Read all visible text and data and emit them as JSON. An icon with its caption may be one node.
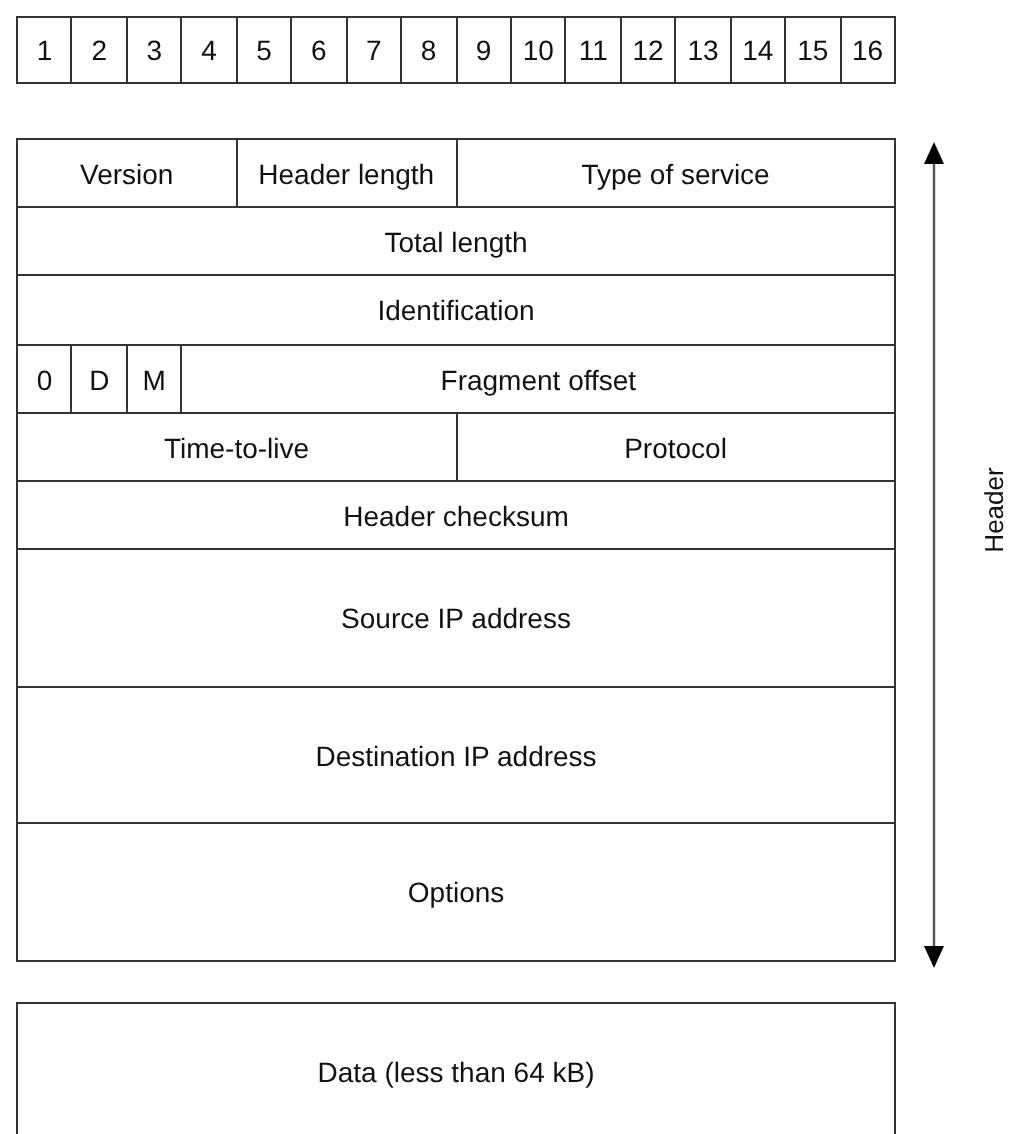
{
  "diagram": {
    "nodes": [
      {
        "text": [
          "1"
        ]
      },
      {
        "text": [
          "2"
        ]
      },
      {
        "text": [
          "3"
        ]
      },
      {
        "text": [
          "4"
        ]
      },
      {
        "text": [
          "5"
        ]
      },
      {
        "text": [
          "6"
        ]
      },
      {
        "text": [
          "7"
        ]
      },
      {
        "text": [
          "8"
        ]
      },
      {
        "text": [
          "9"
        ]
      },
      {
        "text": [
          "10"
        ]
      },
      {
        "text": [
          "11"
        ]
      },
      {
        "text": [
          "12"
        ]
      },
      {
        "text": [
          "13"
        ]
      },
      {
        "text": [
          "14"
        ]
      },
      {
        "text": [
          "15"
        ]
      },
      {
        "text": [
          "16"
        ]
      },
      {
        "text": [
          "Version"
        ]
      },
      {
        "text": [
          "Header length"
        ]
      },
      {
        "text": [
          "Type of service"
        ]
      },
      {
        "text": [
          "Total length"
        ]
      },
      {
        "text": [
          "Identification"
        ]
      },
      {
        "text": [
          "0"
        ]
      },
      {
        "text": [
          "D"
        ]
      },
      {
        "text": [
          "M"
        ]
      },
      {
        "text": [
          "Fragment offset"
        ]
      },
      {
        "text": [
          "Time-to-live"
        ]
      },
      {
        "text": [
          "Protocol"
        ]
      },
      {
        "text": [
          "Header checksum"
        ]
      },
      {
        "text": [
          "Source IP address"
        ]
      },
      {
        "text": [
          "Destination IP address"
        ]
      },
      {
        "text": [
          "Options"
        ]
      },
      {
        "text": [
          "Data (less than 64 kB)"
        ]
      }
    ],
    "edges": [],
    "labels": [
      "Header"
    ]
  }
}
